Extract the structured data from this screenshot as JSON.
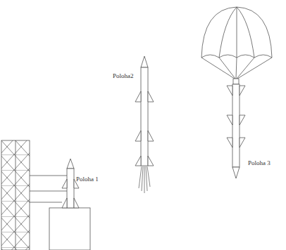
{
  "diagram": {
    "labels": [
      "Poloha 1",
      "Poloha2",
      "Poloha 3"
    ]
  }
}
